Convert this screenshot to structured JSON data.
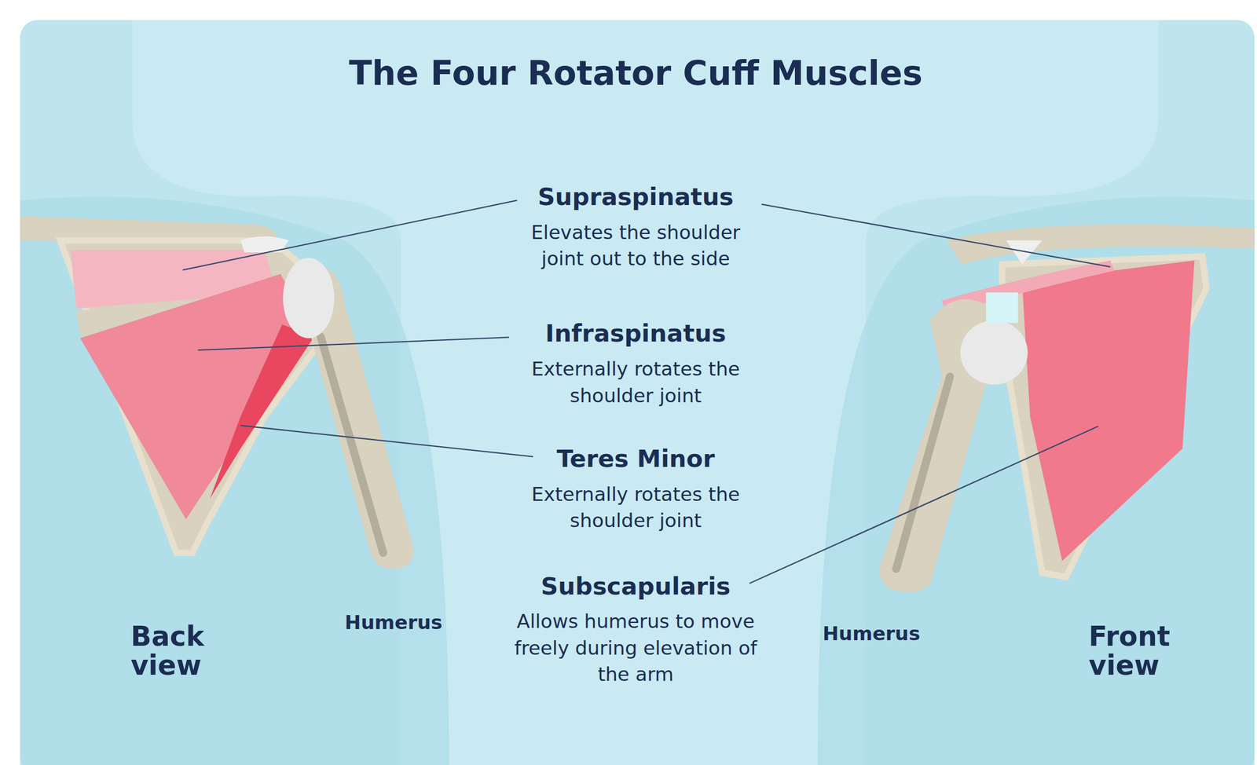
{
  "diagram": {
    "title": "The Four Rotator Cuff Muscles",
    "labels": [
      "Supraspinatus",
      "Elevates the shoulder joint out to the side",
      "Infraspinatus",
      "Externally rotates the shoulder joint",
      "Teres Minor",
      "Externally rotates the shoulder joint",
      "Subscapularis",
      "Allows humerus to move freely during elevation of the arm",
      "Humerus",
      "Humerus",
      "Back view",
      "Front view"
    ]
  }
}
